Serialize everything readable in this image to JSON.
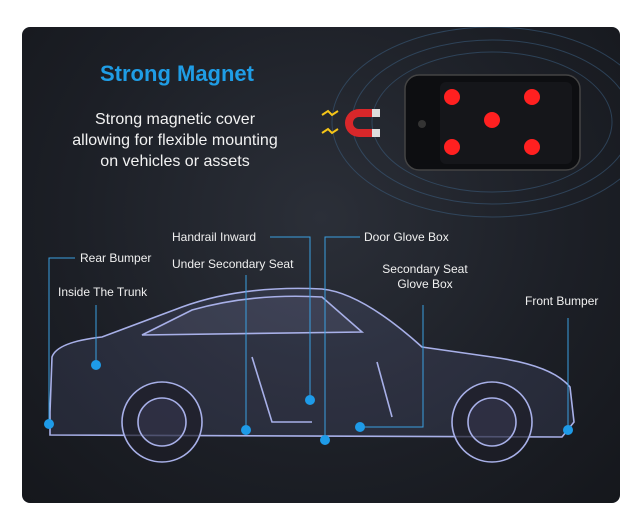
{
  "heading": "Strong Magnet",
  "description": [
    "Strong magnetic cover",
    "allowing for flexible mounting",
    "on vehicles or assets"
  ],
  "locations": {
    "rear_bumper": "Rear Bumper",
    "inside_trunk": "Inside The Trunk",
    "handrail_inward": "Handrail Inward",
    "under_secondary_seat": "Under Secondary Seat",
    "door_glove_box": "Door Glove Box",
    "secondary_seat_glove_box": [
      "Secondary Seat",
      "Glove Box"
    ],
    "front_bumper": "Front Bumper"
  },
  "colors": {
    "accent": "#1f9de6",
    "dot": "#1e9be8",
    "led": "#ff2020"
  }
}
